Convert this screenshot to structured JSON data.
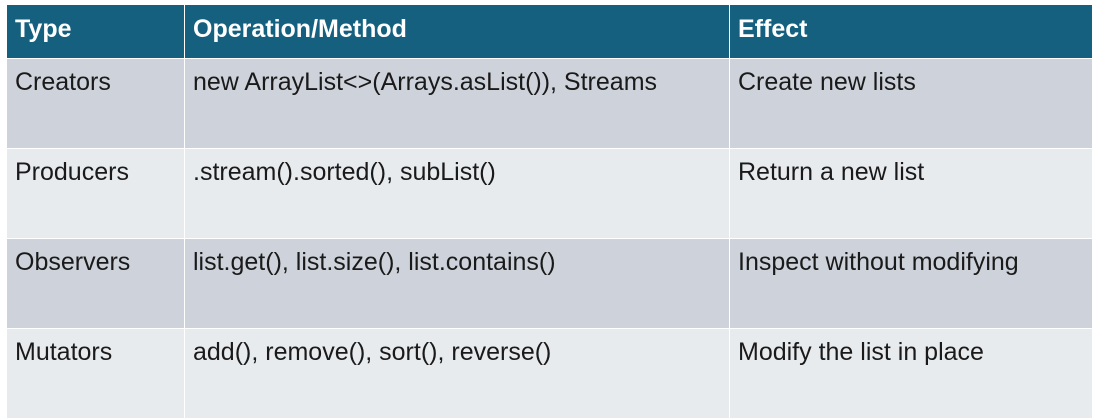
{
  "table": {
    "headers": [
      "Type",
      "Operation/Method",
      "Effect"
    ],
    "rows": [
      [
        "Creators",
        "new ArrayList<>(Arrays.asList()), Streams",
        "Create new lists"
      ],
      [
        "Producers",
        ".stream().sorted(), subList()",
        "Return a new list"
      ],
      [
        "Observers",
        "list.get(), list.size(), list.contains()",
        "Inspect without modifying"
      ],
      [
        "Mutators",
        "add(), remove(), sort(), reverse()",
        "Modify the list in place"
      ]
    ]
  },
  "colors": {
    "header_bg": "#15607e",
    "header_text": "#ffffff",
    "row_dark": "#ced3db",
    "row_light": "#e8ebee"
  }
}
